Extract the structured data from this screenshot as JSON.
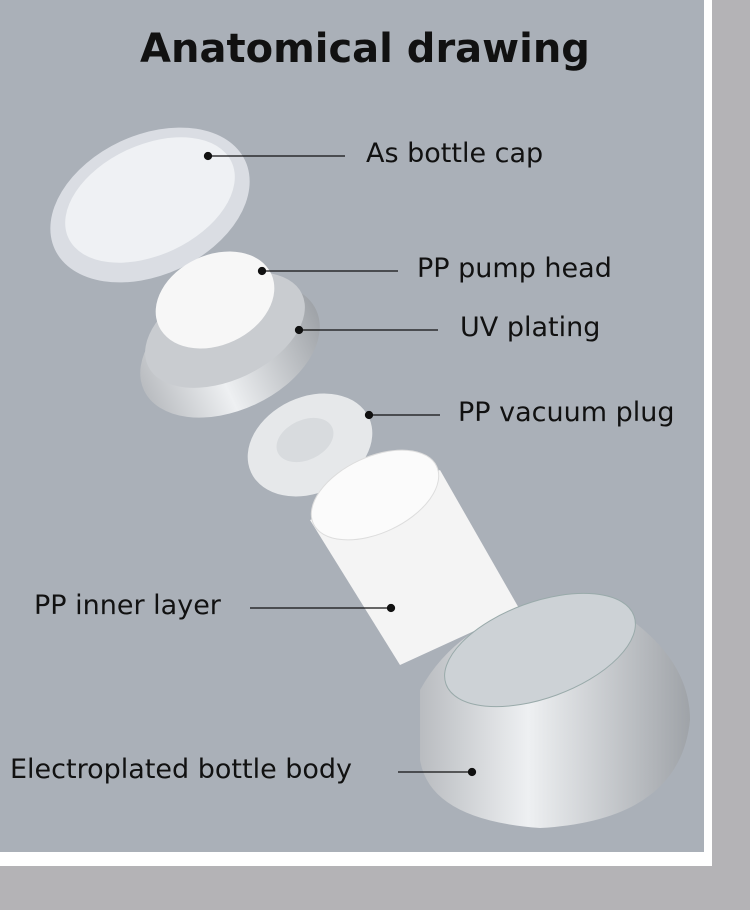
{
  "title": "Anatomical drawing",
  "labels": {
    "cap": "As bottle cap",
    "pump": "PP pump head",
    "uv": "UV plating",
    "plug": "PP vacuum plug",
    "inner": "PP inner layer",
    "body": "Electroplated bottle body"
  }
}
